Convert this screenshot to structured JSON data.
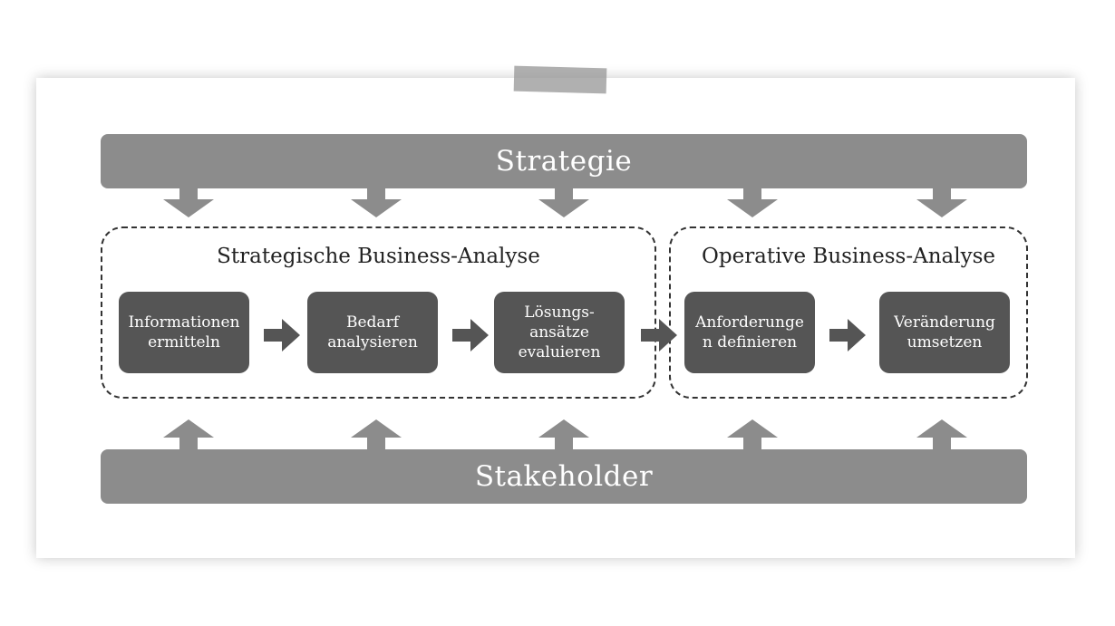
{
  "diagram": {
    "top_bar": "Strategie",
    "bottom_bar": "Stakeholder",
    "groups": [
      {
        "title": "Strategische Business-Analyse",
        "steps": [
          "Informationen ermitteln",
          "Bedarf analysieren",
          "Lösungs-ansätze evaluieren"
        ]
      },
      {
        "title": "Operative Business-Analyse",
        "steps": [
          "Anforderunge n definieren",
          "Veränderung umsetzen"
        ]
      }
    ],
    "colors": {
      "bar": "#8c8c8c",
      "step": "#555555",
      "arrow": "#555555",
      "border": "#333333"
    }
  }
}
